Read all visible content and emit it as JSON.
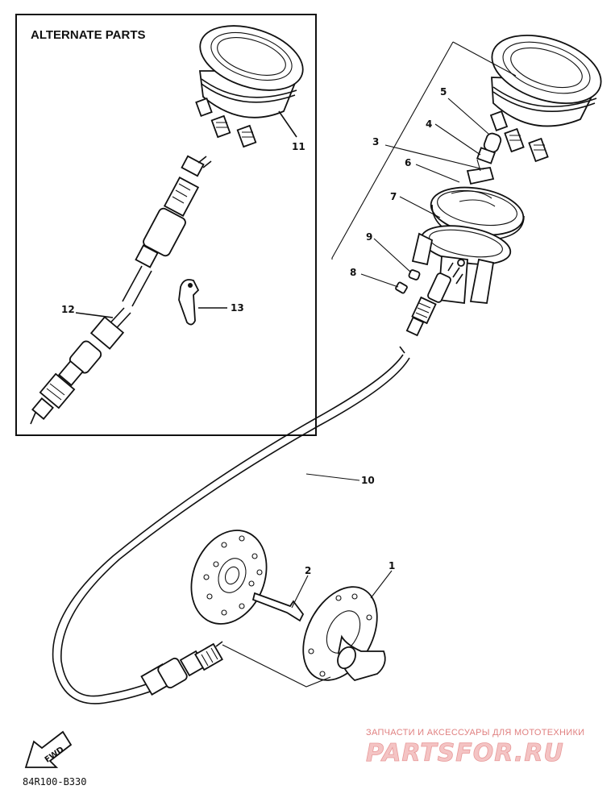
{
  "inset": {
    "title": "ALTERNATE PARTS"
  },
  "callouts": {
    "c1": "1",
    "c2": "2",
    "c3": "3",
    "c4": "4",
    "c5": "5",
    "c6": "6",
    "c7": "7",
    "c8": "8",
    "c9": "9",
    "c10": "10",
    "c11": "11",
    "c12": "12",
    "c13": "13"
  },
  "direction_tag": "FWD",
  "diagram_code": "84R100-B330",
  "watermark": {
    "subtitle": "ЗАПЧАСТИ И АКСЕССУАРЫ ДЛЯ МОТОТЕХНИКИ",
    "brand": "PARTSFOR.RU"
  },
  "colors": {
    "ink": "#111111",
    "watermark": "#e08080",
    "paper": "#ffffff"
  }
}
